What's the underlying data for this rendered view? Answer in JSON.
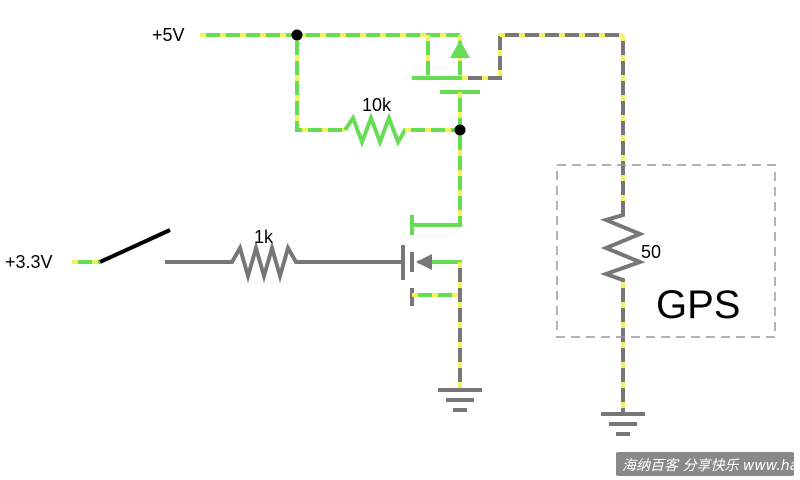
{
  "labels": {
    "v5": "+5V",
    "v33": "+3.3V",
    "r10k": "10k",
    "r1k": "1k",
    "r50": "50",
    "gps": "GPS"
  },
  "watermark": {
    "text": "海纳百客 分享快乐 www.hainabaike.com"
  },
  "colors": {
    "active_wire": "#66dd55",
    "inactive_wire": "#777777",
    "dash": "#f2f25a",
    "switch": "#000000",
    "box_border": "#999999"
  }
}
